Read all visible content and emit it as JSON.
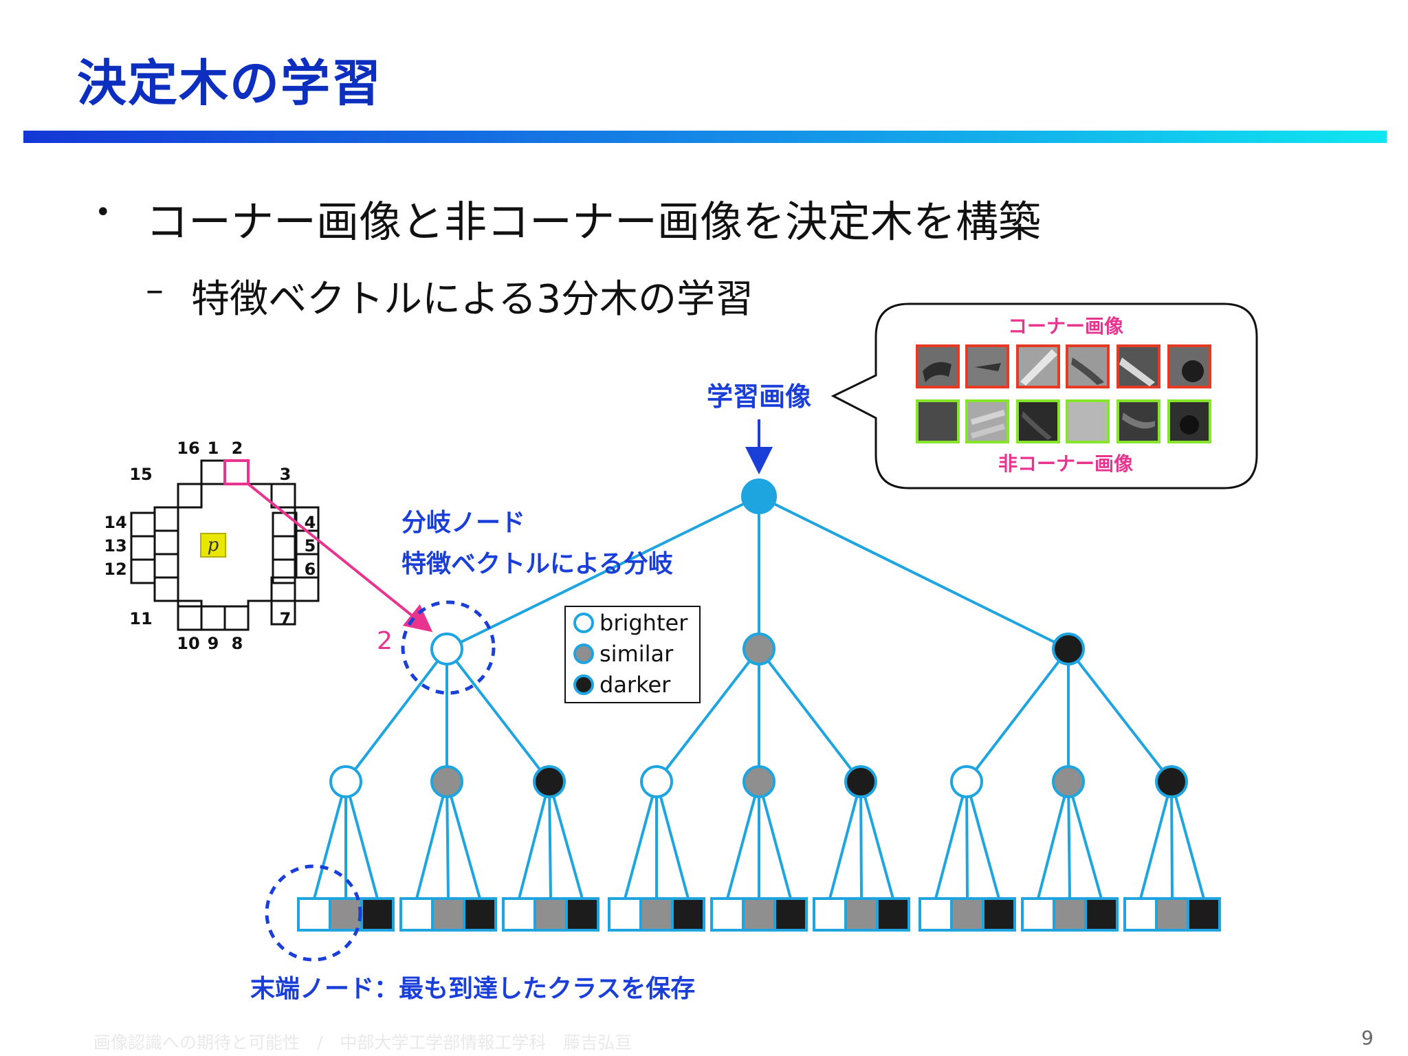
{
  "slide": {
    "title": "決定木の学習",
    "bullet": "コーナー画像と非コーナー画像を決定木を構築",
    "sub_bullet": "特徴ベクトルによる3分木の学習",
    "footer": "画像認識への期待と可能性　/　中部大学工学部情報工学科　藤吉弘亘",
    "page_number": "9"
  },
  "ring": {
    "top_labels": [
      "16",
      "1",
      "2"
    ],
    "top_right": "3",
    "right_labels": [
      "4",
      "5",
      "6"
    ],
    "bottom_right": "7",
    "bottom_labels": [
      "10",
      "9",
      "8"
    ],
    "bottom_left": "11",
    "left_labels": [
      "14",
      "13",
      "12"
    ],
    "top_left": "15",
    "center": "p"
  },
  "diagram": {
    "training_images": "学習画像",
    "corner_images": "コーナー画像",
    "non_corner_images": "非コーナー画像",
    "branch_node": "分岐ノード",
    "branch_desc": "特徴ベクトルによる分岐",
    "pixel_index": "2",
    "leaf_desc": "末端ノード：最も到達したクラスを保存",
    "legend": {
      "brighter": "brighter",
      "similar": "similar",
      "darker": "darker"
    }
  },
  "colors": {
    "title": "#0d2fbf",
    "tree": "#1ea5e0",
    "accent_pink": "#e8348e",
    "label_blue": "#1a3ed8",
    "gray_node": "#8f8f8f",
    "dark_node": "#1c1c1c",
    "corner_border": "#e63a24",
    "noncorner_border": "#86e52b"
  }
}
